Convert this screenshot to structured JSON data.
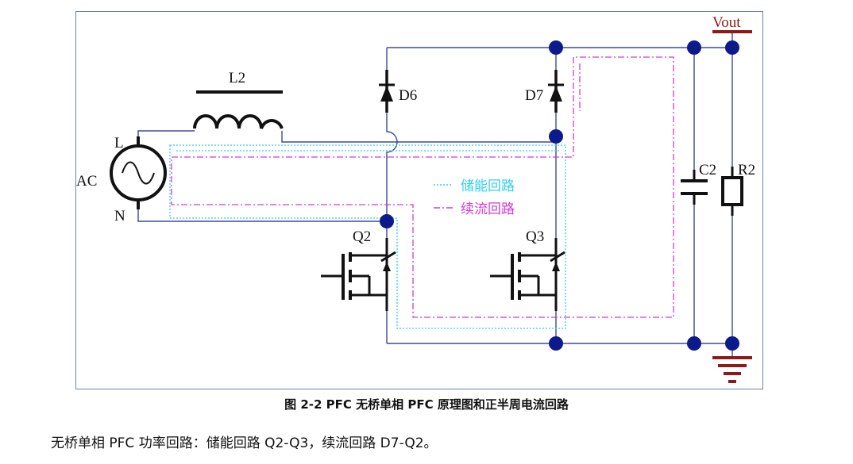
{
  "diagram": {
    "labels": {
      "vout": "Vout",
      "l2": "L2",
      "d6": "D6",
      "d7": "D7",
      "ac": "AC",
      "l": "L",
      "n": "N",
      "q2": "Q2",
      "q3": "Q3",
      "c2": "C2",
      "r2": "R2"
    },
    "legend": {
      "storage_loop": "储能回路",
      "freewheel_loop": "续流回路"
    },
    "colors": {
      "wire": "#3b4a9a",
      "node": "#0d1a8c",
      "storage_loop": "#2fd0ea",
      "freewheel_loop": "#d23ad6",
      "ground": "#8b1a1a"
    }
  },
  "caption": "图  2-2 PFC 无桥单相 PFC 原理图和正半周电流回路",
  "body_text": "无桥单相 PFC 功率回路：储能回路 Q2-Q3，续流回路 D7-Q2。"
}
